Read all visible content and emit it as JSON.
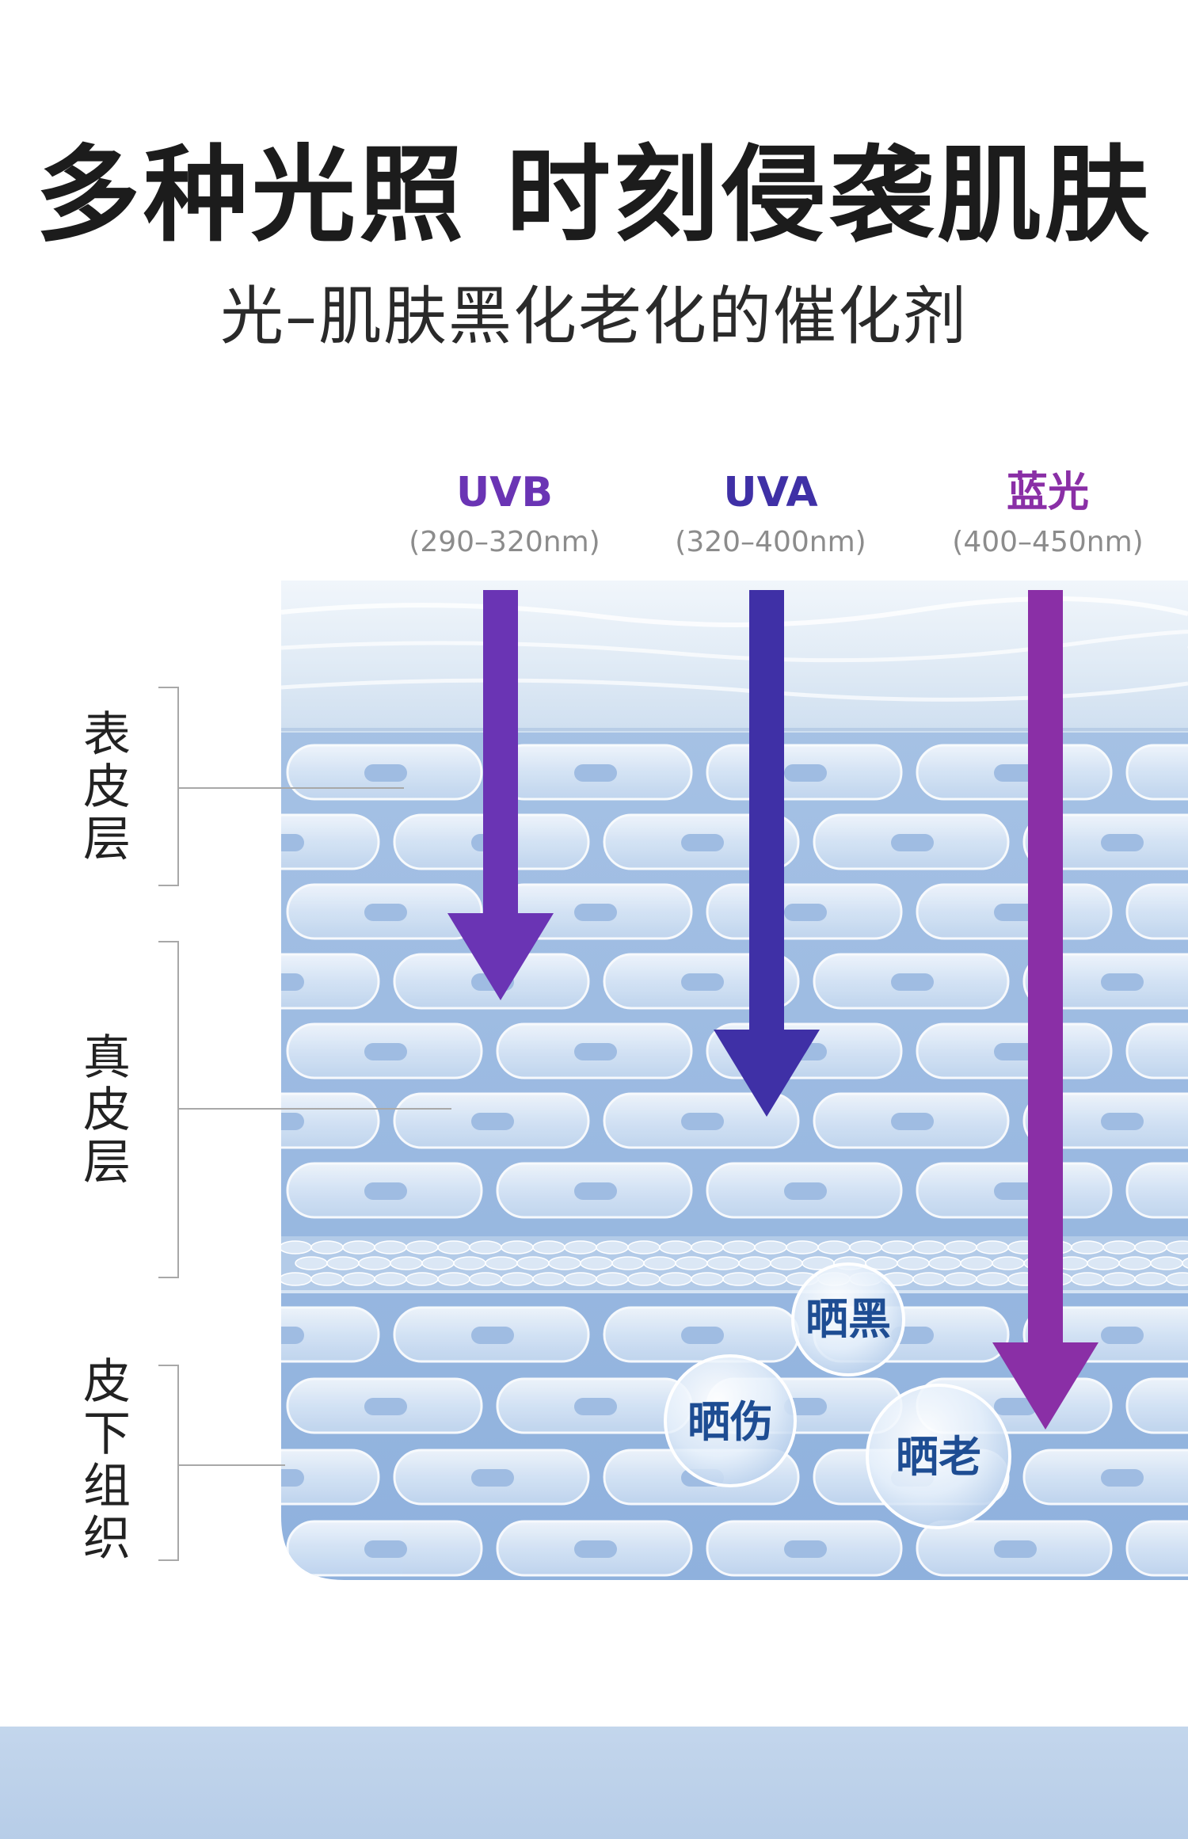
{
  "header": {
    "title": "多种光照 时刻侵袭肌肤",
    "subtitle": "光–肌肤黑化老化的催化剂"
  },
  "rays": [
    {
      "name": "UVB",
      "range": "(290–320nm)",
      "color": "#6a34b4"
    },
    {
      "name": "UVA",
      "range": "(320–400nm)",
      "color": "#3f30a6"
    },
    {
      "name": "蓝光",
      "range": "(400–450nm)",
      "color": "#8a2fa6"
    }
  ],
  "layers": [
    {
      "label": [
        "表",
        "皮",
        "层"
      ]
    },
    {
      "label": [
        "真",
        "皮",
        "层"
      ]
    },
    {
      "label": [
        "皮",
        "下",
        "组",
        "织"
      ]
    }
  ],
  "bubbles": [
    {
      "text": "晒黑"
    },
    {
      "text": "晒伤"
    },
    {
      "text": "晒老"
    }
  ]
}
